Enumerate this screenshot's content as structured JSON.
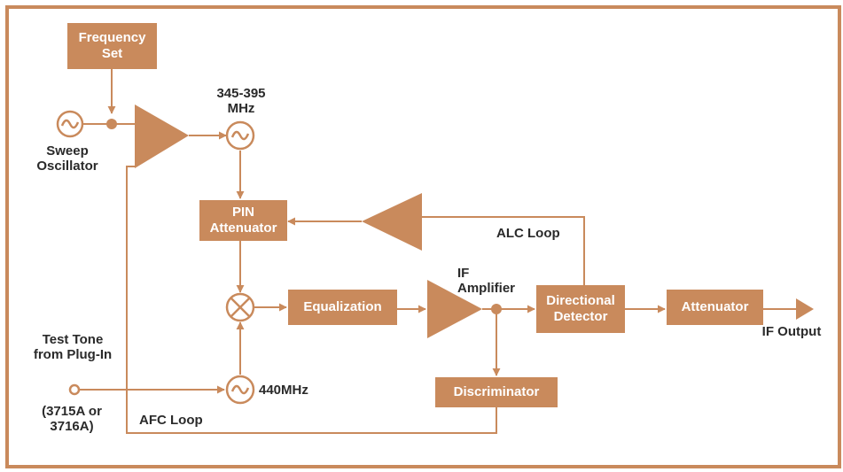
{
  "colors": {
    "accent": "#c98a5c",
    "line": "#c98a5c",
    "text": "#2a2a2a"
  },
  "blocks": {
    "frequency_set": "Frequency Set",
    "pin_attenuator": "PIN Attenuator",
    "equalization": "Equalization",
    "directional_detector": "Directional Detector",
    "attenuator": "Attenuator",
    "discriminator": "Discriminator"
  },
  "labels": {
    "sweep_oscillator": "Sweep Oscillator",
    "osc_345_395": "345-395 MHz",
    "osc_440": "440MHz",
    "alc_loop": "ALC Loop",
    "afc_loop": "AFC Loop",
    "if_amplifier": "IF Amplifier",
    "if_output": "IF Output",
    "test_tone": "Test Tone from Plug-In",
    "plugin_models": "(3715A or 3716A)"
  },
  "icons": {
    "oscillator": "sine-wave-oscillator-icon",
    "amplifier": "triangle-amplifier-icon",
    "mixer": "circle-x-mixer-icon",
    "junction": "dot-junction-icon",
    "arrow": "arrowhead-icon"
  }
}
